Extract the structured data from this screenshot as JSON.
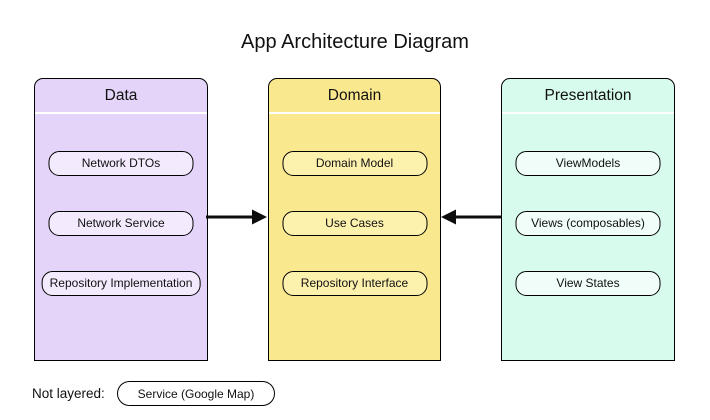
{
  "title": "App Architecture Diagram",
  "colors": {
    "data_fill": "#e4d4f9",
    "data_item_fill": "#f3ebfd",
    "domain_fill": "#fae88f",
    "domain_item_fill": "#fdf1ae",
    "presentation_fill": "#d7fbec",
    "presentation_item_fill": "#f0fdf8",
    "arrow": "#0d0d0d"
  },
  "columns": [
    {
      "id": "data",
      "label": "Data",
      "items": [
        "Network DTOs",
        "Network Service",
        "Repository Implementation"
      ]
    },
    {
      "id": "domain",
      "label": "Domain",
      "items": [
        "Domain Model",
        "Use Cases",
        "Repository Interface"
      ]
    },
    {
      "id": "presentation",
      "label": "Presentation",
      "items": [
        "ViewModels",
        "Views (composables)",
        "View States"
      ]
    }
  ],
  "arrows": [
    {
      "from": "Data",
      "to": "Domain",
      "direction": "right"
    },
    {
      "from": "Presentation",
      "to": "Domain",
      "direction": "left"
    }
  ],
  "footer": {
    "label": "Not layered:",
    "item": "Service (Google Map)"
  }
}
